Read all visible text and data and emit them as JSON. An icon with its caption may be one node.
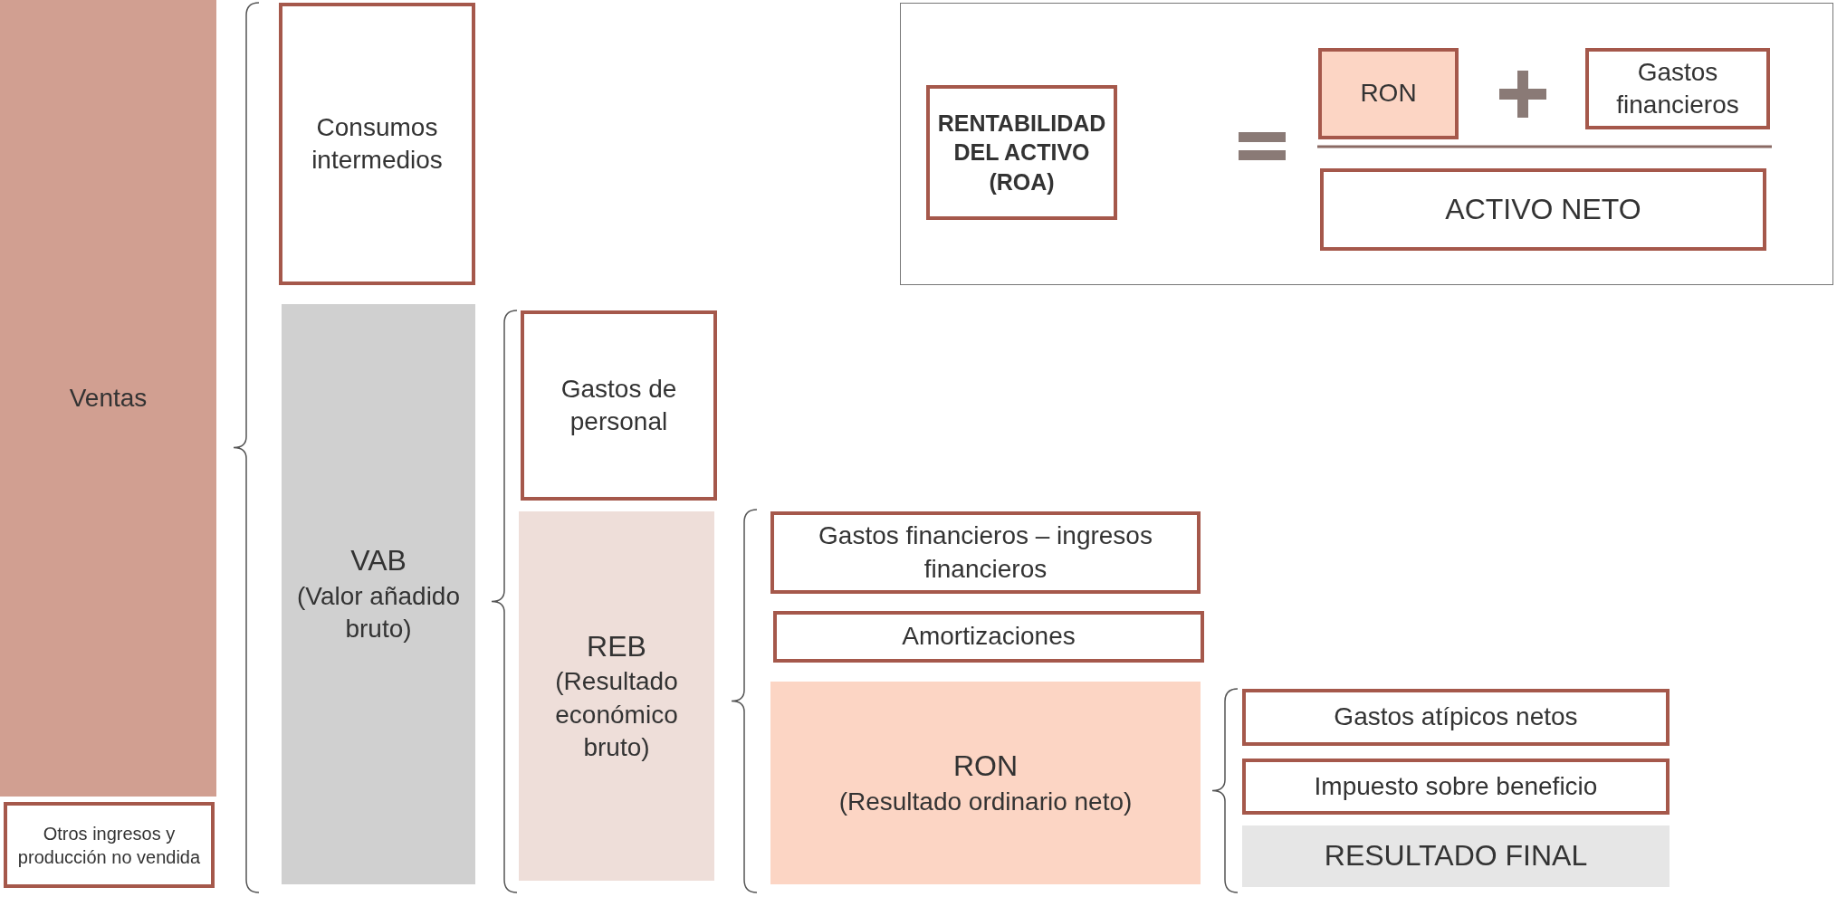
{
  "diagram": {
    "nodes": [
      {
        "text": [
          "Ventas"
        ]
      },
      {
        "text": [
          "Otros ingresos y producción no vendida"
        ]
      },
      {
        "text": [
          "Consumos intermedios"
        ]
      },
      {
        "text": [
          "VAB",
          "(Valor añadido bruto)"
        ]
      },
      {
        "text": [
          "Gastos de personal"
        ]
      },
      {
        "text": [
          "REB",
          "(Resultado económico bruto)"
        ]
      },
      {
        "text": [
          "Gastos financieros – ingresos financieros"
        ]
      },
      {
        "text": [
          "Amortizaciones"
        ]
      },
      {
        "text": [
          "RON",
          "(Resultado ordinario neto)"
        ]
      },
      {
        "text": [
          "Gastos atípicos netos"
        ]
      },
      {
        "text": [
          "Impuesto sobre beneficio"
        ]
      },
      {
        "text": [
          "RESULTADO FINAL"
        ]
      },
      {
        "text": [],
        "shape": "box"
      },
      {
        "text": [
          "RENTABILIDAD DEL ACTIVO (ROA)"
        ],
        "in": 12
      },
      {
        "text": [
          "RON"
        ],
        "in": 12
      },
      {
        "text": [
          "Gastos financieros"
        ],
        "in": 12
      },
      {
        "text": [
          "ACTIVO NETO"
        ],
        "in": 12
      }
    ]
  }
}
